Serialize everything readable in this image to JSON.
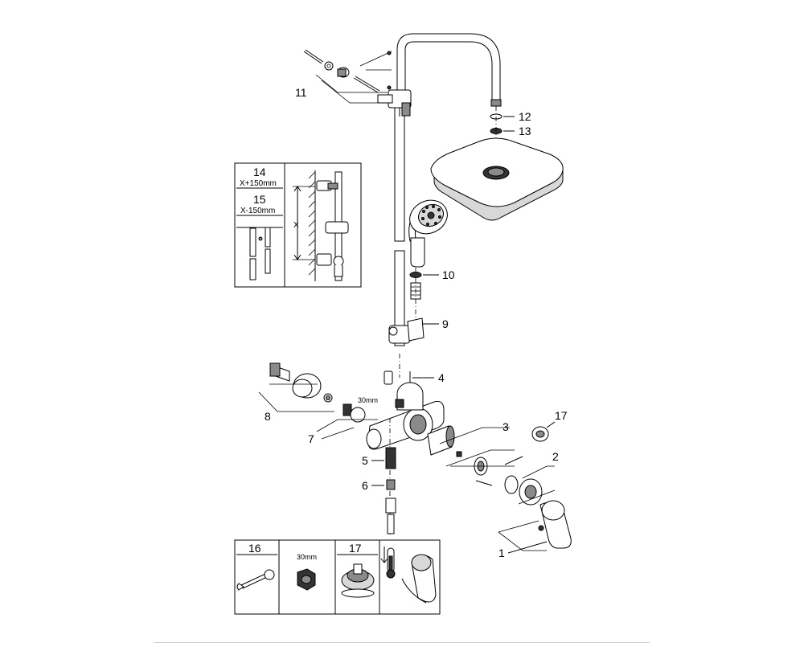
{
  "callouts": {
    "c1": "1",
    "c2": "2",
    "c3": "3",
    "c4": "4",
    "c5": "5",
    "c6": "6",
    "c7": "7",
    "c8": "8",
    "c9": "9",
    "c10": "10",
    "c11": "11",
    "c12": "12",
    "c13": "13",
    "c17": "17"
  },
  "rail_inset": {
    "label_14": "14",
    "sub_14": "X+150mm",
    "label_15": "15",
    "sub_15": "X-150mm",
    "dim_x": "X"
  },
  "dimension_note": "30mm",
  "tools_table": {
    "label_16": "16",
    "nut_size": "30mm",
    "label_17": "17"
  }
}
